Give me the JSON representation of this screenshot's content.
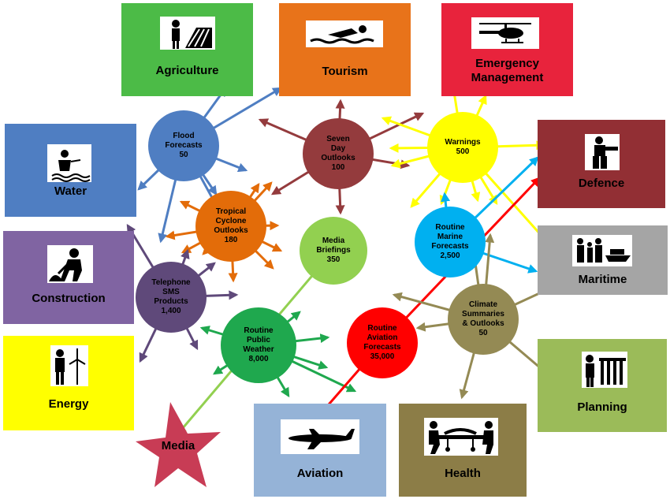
{
  "sectors": {
    "agriculture": "Agriculture",
    "tourism": "Tourism",
    "emergency": [
      "Emergency",
      "Management"
    ],
    "water": "Water",
    "defence": "Defence",
    "construction": "Construction",
    "maritime": "Maritime",
    "energy": "Energy",
    "planning": "Planning",
    "media": "Media",
    "aviation": "Aviation",
    "health": "Health"
  },
  "products": {
    "flood": {
      "lines": [
        "Flood",
        "Forecasts"
      ],
      "count": "50"
    },
    "seven_day": {
      "lines": [
        "Seven",
        "Day",
        "Outlooks"
      ],
      "count": "100"
    },
    "warnings": {
      "lines": [
        "Warnings"
      ],
      "count": "500"
    },
    "tropical": {
      "lines": [
        "Tropical",
        "Cyclone",
        "Outlooks"
      ],
      "count": "180"
    },
    "media_briefings": {
      "lines": [
        "Media",
        "Briefings"
      ],
      "count": "350"
    },
    "marine": {
      "lines": [
        "Routine",
        "Marine",
        "Forecasts"
      ],
      "count": "2,500"
    },
    "telephone": {
      "lines": [
        "Telephone",
        "SMS",
        "Products"
      ],
      "count": "1,400"
    },
    "public_weather": {
      "lines": [
        "Routine",
        "Public",
        "Weather"
      ],
      "count": "8,000"
    },
    "aviation_fc": {
      "lines": [
        "Routine",
        "Aviation",
        "Forecasts"
      ],
      "count": "35,000"
    },
    "climate": {
      "lines": [
        "Climate",
        "Summaries",
        "& Outlooks"
      ],
      "count": "50"
    }
  },
  "colors": {
    "agriculture": "#4CBB47",
    "tourism": "#E8731A",
    "emergency": "#E8233C",
    "water": "#4F7EC2",
    "defence": "#922F34",
    "construction": "#8064A2",
    "maritime": "#A5A5A5",
    "energy": "#FFFF00",
    "planning": "#9BBB59",
    "media": "#C83C55",
    "aviation": "#95B3D7",
    "health": "#8C7D47",
    "flood": "#4F7EC2",
    "seven_day": "#943B3D",
    "warnings": "#FFFF00",
    "tropical": "#E36C09",
    "media_briefings": "#92D050",
    "marine": "#00B0F0",
    "telephone": "#5F497A",
    "public_weather": "#1FA84E",
    "aviation_fc": "#FF0000",
    "climate": "#948A54"
  }
}
